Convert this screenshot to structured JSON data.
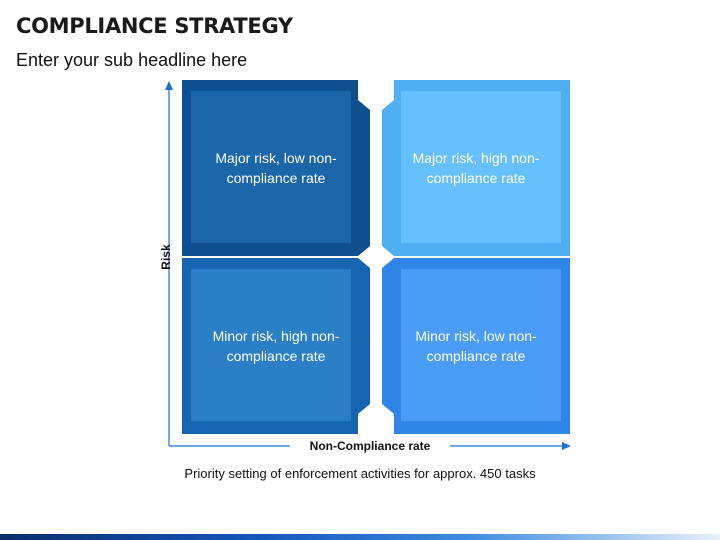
{
  "header": {
    "title": "COMPLIANCE STRATEGY",
    "subtitle": "Enter your sub headline here"
  },
  "matrix": {
    "y_axis_label": "Risk",
    "x_axis_label": "Non-Compliance rate",
    "quadrants": {
      "top_left": {
        "line1": "Major risk,  low non-",
        "line2": "compliance rate",
        "outer": "#0f4f8f",
        "inner": "#1b66a8"
      },
      "top_right": {
        "line1": "Major risk, high non-",
        "line2": "compliance rate",
        "outer": "#4eb0f2",
        "inner": "#66c0fb"
      },
      "bottom_left": {
        "line1": "Minor risk, high non-",
        "line2": "compliance rate",
        "outer": "#1565b0",
        "inner": "#2a7fc6"
      },
      "bottom_right": {
        "line1": "Minor risk, low non-",
        "line2": "compliance rate",
        "outer": "#2f86e8",
        "inner": "#4a9cf5"
      }
    },
    "axis_color": "#1f6fd1"
  },
  "footer": {
    "caption": "Priority setting of enforcement activities for approx. 450 tasks"
  }
}
